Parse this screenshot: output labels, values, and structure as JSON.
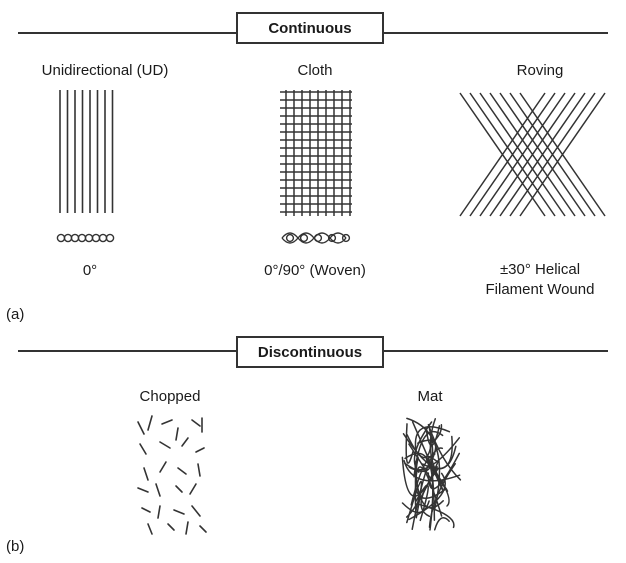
{
  "continuous": {
    "title": "Continuous",
    "items": [
      {
        "label": "Unidirectional (UD)",
        "orientation": "0°"
      },
      {
        "label": "Cloth",
        "orientation": "0°/90° (Woven)"
      },
      {
        "label": "Roving",
        "orientation_line1": "±30° Helical",
        "orientation_line2": "Filament Wound"
      }
    ],
    "panel_label": "(a)"
  },
  "discontinuous": {
    "title": "Discontinuous",
    "items": [
      {
        "label": "Chopped"
      },
      {
        "label": "Mat"
      }
    ],
    "panel_label": "(b)"
  },
  "colors": {
    "line": "#333333",
    "text": "#1a1a1a"
  }
}
